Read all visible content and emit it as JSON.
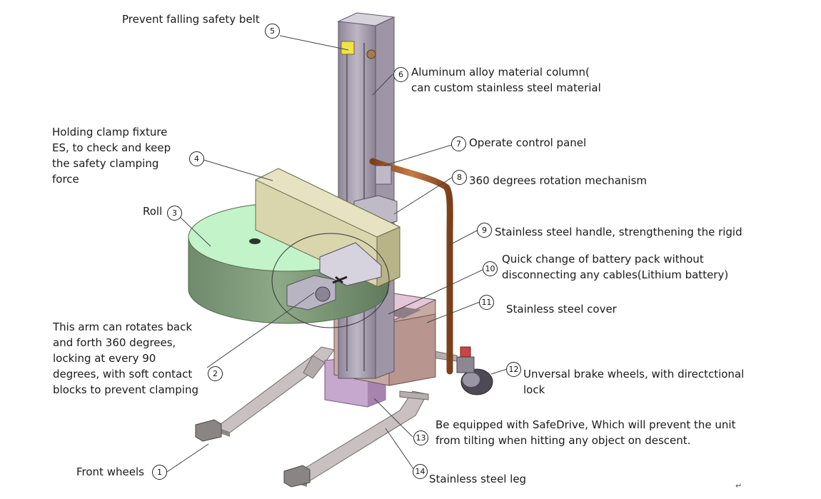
{
  "callouts": [
    {
      "num": "1",
      "text": [
        "Front wheels"
      ]
    },
    {
      "num": "2",
      "text": [
        "This arm can rotates back",
        "and forth 360 degrees,",
        "locking at every 90",
        "degrees,  with soft contact",
        "blocks to prevent clamping"
      ]
    },
    {
      "num": "3",
      "text": [
        "Roll"
      ]
    },
    {
      "num": "4",
      "text": [
        "Holding clamp fixture",
        "ES, to check and keep",
        "the safety clamping",
        "force"
      ]
    },
    {
      "num": "5",
      "text": [
        "Prevent falling safety belt"
      ]
    },
    {
      "num": "6",
      "text": [
        "Aluminum alloy material column(",
        "can custom stainless steel material"
      ]
    },
    {
      "num": "7",
      "text": [
        "Operate control panel"
      ]
    },
    {
      "num": "8",
      "text": [
        "360 degrees rotation mechanism"
      ]
    },
    {
      "num": "9",
      "text": [
        "Stainless steel handle, strengthening the rigid"
      ]
    },
    {
      "num": "10",
      "text": [
        "Quick change of battery pack without",
        "disconnecting any cables(Lithium battery)"
      ]
    },
    {
      "num": "11",
      "text": [
        "Stainless steel cover"
      ]
    },
    {
      "num": "12",
      "text": [
        "Unversal brake  wheels, with directctional",
        "lock"
      ]
    },
    {
      "num": "13",
      "text": [
        "Be equipped with SafeDrive, Which will prevent the unit",
        "from tilting when hitting any object on descent."
      ]
    },
    {
      "num": "14",
      "text": [
        "Stainless steel leg"
      ]
    }
  ],
  "return_mark": "↵",
  "colors": {
    "roll": "#bdf0c6",
    "clamp": "#d9d6b0",
    "column": "#b9b2c0",
    "base": "#c7a9cf",
    "legs": "#c4bcbc",
    "handle": "#b86a36"
  }
}
